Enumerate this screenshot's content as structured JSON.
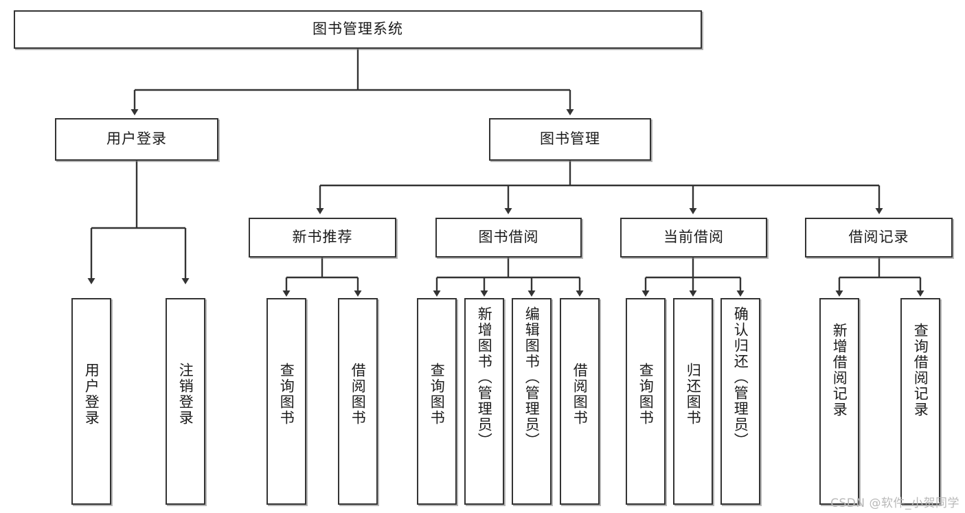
{
  "diagram": {
    "title": "图书管理系统",
    "type": "tree-hierarchy-chart",
    "background": "#ffffff",
    "node_border_color": "#333333",
    "node_fill_color": "#ffffff",
    "edge_color": "#333333",
    "nodes": {
      "root": {
        "label": "图书管理系统"
      },
      "l1": [
        {
          "id": "user-login",
          "label": "用户登录"
        },
        {
          "id": "book-manage",
          "label": "图书管理"
        }
      ],
      "l2": [
        {
          "id": "new-book-rec",
          "label": "新书推荐"
        },
        {
          "id": "book-borrow",
          "label": "图书借阅"
        },
        {
          "id": "current-borrow",
          "label": "当前借阅"
        },
        {
          "id": "borrow-record",
          "label": "借阅记录"
        }
      ],
      "leaves": {
        "user_login": [
          {
            "id": "leaf-user-login",
            "label": "用户登录"
          },
          {
            "id": "leaf-logout-login",
            "label": "注销登录"
          }
        ],
        "new_book_rec": [
          {
            "id": "leaf-query-book-1",
            "label": "查询图书"
          },
          {
            "id": "leaf-borrow-book-1",
            "label": "借阅图书"
          }
        ],
        "book_borrow": [
          {
            "id": "leaf-query-book-2",
            "label": "查询图书"
          },
          {
            "id": "leaf-add-book",
            "label": "新增图书（管理员）"
          },
          {
            "id": "leaf-edit-book",
            "label": "编辑图书（管理员）"
          },
          {
            "id": "leaf-borrow-book-2",
            "label": "借阅图书"
          }
        ],
        "current_borrow": [
          {
            "id": "leaf-query-book-3",
            "label": "查询图书"
          },
          {
            "id": "leaf-return-book",
            "label": "归还图书"
          },
          {
            "id": "leaf-confirm-return",
            "label": "确认归还（管理员）"
          }
        ],
        "borrow_record": [
          {
            "id": "leaf-add-record",
            "label": "新增借阅记录"
          },
          {
            "id": "leaf-query-record",
            "label": "查询借阅记录"
          }
        ]
      }
    }
  },
  "watermark": {
    "text": "CSDN @软件_小贺同学",
    "color": "#b9b9b9"
  }
}
